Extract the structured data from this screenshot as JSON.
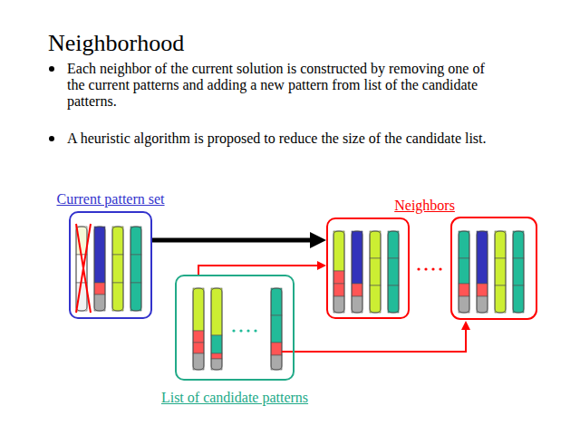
{
  "diagram": {
    "title": "Neighborhood",
    "nodes": [
      {
        "text": [
          "Current pattern set"
        ]
      },
      {
        "text": [
          "Neighbors"
        ]
      },
      {
        "text": [
          "List of candidate patterns"
        ]
      }
    ],
    "edges": [
      {
        "from": 0,
        "to": 1,
        "arrow": "to"
      },
      {
        "from": 2,
        "to": 1,
        "arrow": "to"
      }
    ],
    "labels": [
      "Each neighbor of the current solution is constructed by removing one of the current patterns and adding a new pattern from list of the candidate patterns.",
      "A heuristic algorithm is proposed to reduce the size of the candidate list."
    ]
  }
}
